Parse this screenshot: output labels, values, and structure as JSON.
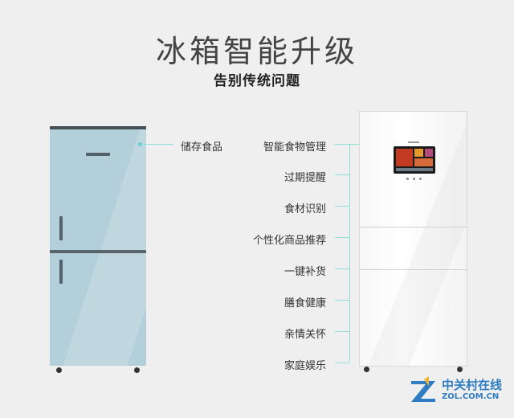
{
  "title": "冰箱智能升级",
  "subtitle": "告别传统问题",
  "left_label": "储存食品",
  "right_labels": [
    "智能食物管理",
    "过期提醒",
    "食材识别",
    "个性化商品推荐",
    "一键补货",
    "膳食健康",
    "亲情关怀",
    "家庭娱乐"
  ],
  "watermark": {
    "name": "中关村在线",
    "url": "ZOL.COM.CN"
  },
  "colors": {
    "accent": "#5fd4cf",
    "fridge_left": "#b3cfd9",
    "watermark": "#2f7cc1"
  },
  "icons": [
    "fridge-traditional",
    "fridge-smart",
    "zol-logo"
  ]
}
